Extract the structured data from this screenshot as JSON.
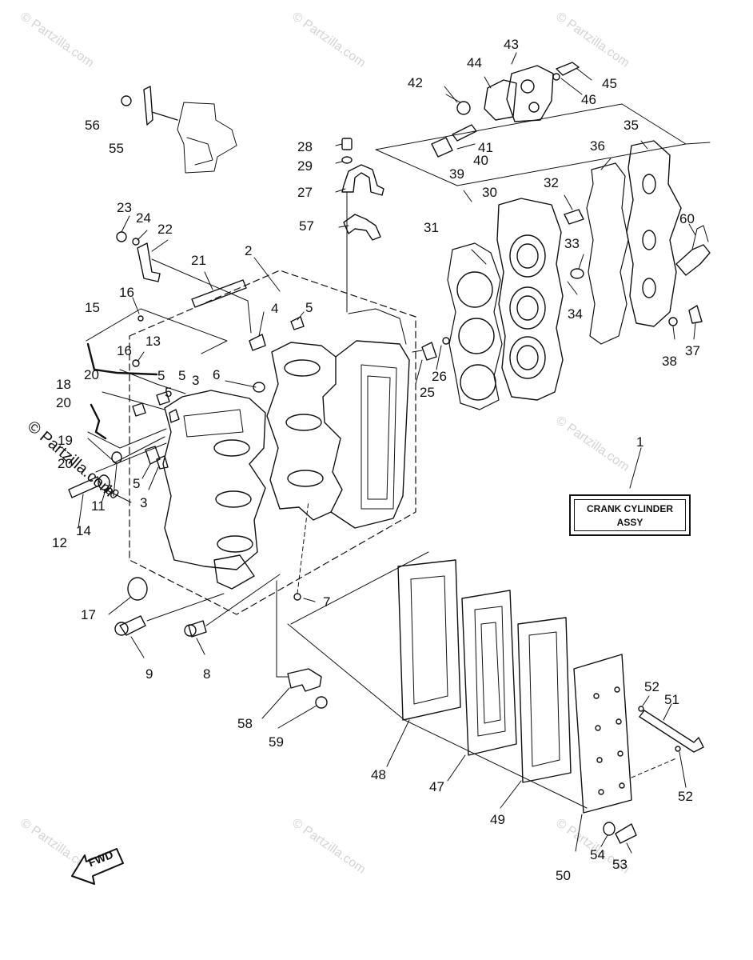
{
  "diagram": {
    "assembly_box": {
      "line1": "CRANK CYLINDER",
      "line2": "ASSY"
    },
    "fwd_label": "FWD",
    "watermark_text": "© Partzilla.com",
    "watermark_big_text": "© Partzilla.com",
    "callouts": {
      "p1": "1",
      "p2": "2",
      "p3a": "3",
      "p3b": "3",
      "p4": "4",
      "p5a": "5",
      "p5b": "5",
      "p5c": "5",
      "p5d": "5",
      "p5e": "5",
      "p6": "6",
      "p7": "7",
      "p8": "8",
      "p9": "9",
      "p10": "10",
      "p11": "11",
      "p12": "12",
      "p13": "13",
      "p14": "14",
      "p15": "15",
      "p16a": "16",
      "p16b": "16",
      "p17": "17",
      "p18": "18",
      "p19": "19",
      "p20a": "20",
      "p20b": "20",
      "p20c": "20",
      "p21": "21",
      "p22": "22",
      "p23": "23",
      "p24": "24",
      "p25": "25",
      "p26": "26",
      "p27": "27",
      "p28": "28",
      "p29": "29",
      "p30": "30",
      "p31": "31",
      "p32": "32",
      "p33": "33",
      "p34": "34",
      "p35": "35",
      "p36": "36",
      "p37": "37",
      "p38": "38",
      "p39": "39",
      "p40": "40",
      "p41": "41",
      "p42": "42",
      "p43": "43",
      "p44": "44",
      "p45": "45",
      "p46": "46",
      "p47": "47",
      "p48": "48",
      "p49": "49",
      "p50": "50",
      "p51": "51",
      "p52a": "52",
      "p52b": "52",
      "p53": "53",
      "p54": "54",
      "p55": "55",
      "p56": "56",
      "p57": "57",
      "p58": "58",
      "p59": "59",
      "p60": "60"
    }
  }
}
